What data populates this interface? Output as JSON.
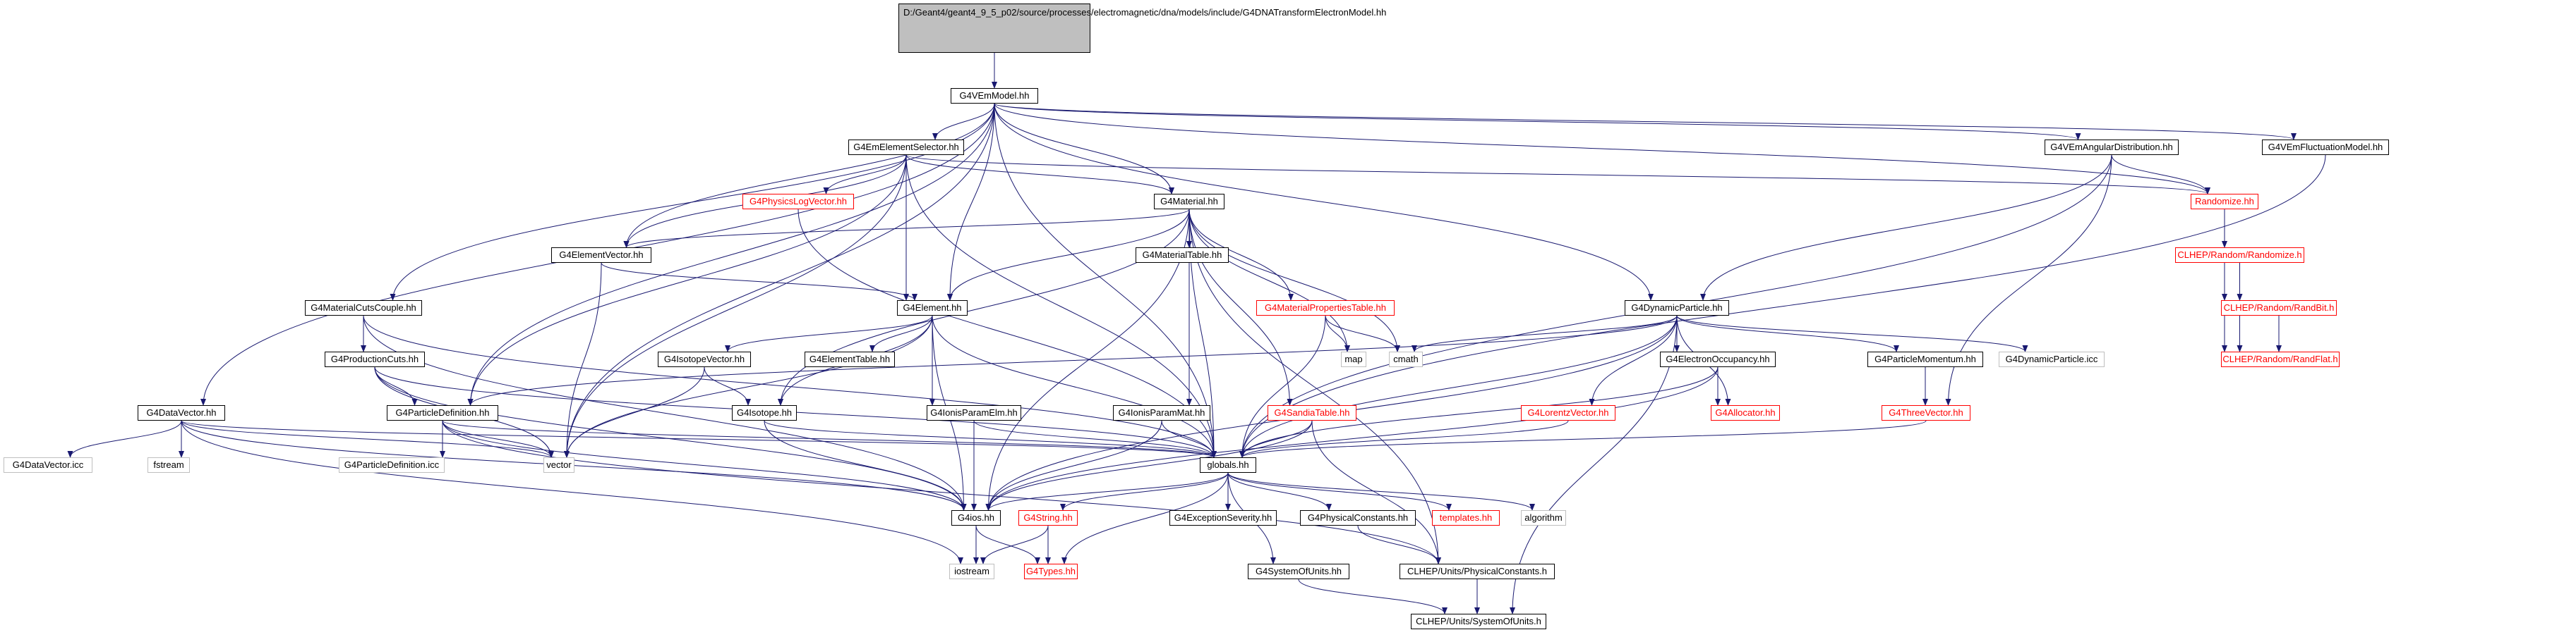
{
  "root": {
    "lines": [
      "D:/Geant4/geant4_9",
      "_5_p02/source/processes",
      "/electromagnetic/dna/models",
      "/include/G4DNATransformElectronModel.hh"
    ]
  },
  "nodes": [
    {
      "id": "vem",
      "label": "G4VEmModel.hh",
      "style": "normal"
    },
    {
      "id": "ees",
      "label": "G4EmElementSelector.hh",
      "style": "normal"
    },
    {
      "id": "vang",
      "label": "G4VEmAngularDistribution.hh",
      "style": "normal"
    },
    {
      "id": "vfluct",
      "label": "G4VEmFluctuationModel.hh",
      "style": "normal"
    },
    {
      "id": "plv",
      "label": "G4PhysicsLogVector.hh",
      "style": "red"
    },
    {
      "id": "mat",
      "label": "G4Material.hh",
      "style": "normal"
    },
    {
      "id": "rand",
      "label": "Randomize.hh",
      "style": "red"
    },
    {
      "id": "elvec",
      "label": "G4ElementVector.hh",
      "style": "normal"
    },
    {
      "id": "mattab",
      "label": "G4MaterialTable.hh",
      "style": "normal"
    },
    {
      "id": "clrand",
      "label": "CLHEP/Random/Randomize.h",
      "style": "red"
    },
    {
      "id": "mcc",
      "label": "G4MaterialCutsCouple.hh",
      "style": "normal"
    },
    {
      "id": "elem",
      "label": "G4Element.hh",
      "style": "normal"
    },
    {
      "id": "mpt",
      "label": "G4MaterialPropertiesTable.hh",
      "style": "red"
    },
    {
      "id": "dynp",
      "label": "G4DynamicParticle.hh",
      "style": "normal"
    },
    {
      "id": "randbit",
      "label": "CLHEP/Random/RandBit.h",
      "style": "red"
    },
    {
      "id": "prodcuts",
      "label": "G4ProductionCuts.hh",
      "style": "normal"
    },
    {
      "id": "isovec",
      "label": "G4IsotopeVector.hh",
      "style": "normal"
    },
    {
      "id": "eltab",
      "label": "G4ElementTable.hh",
      "style": "normal"
    },
    {
      "id": "map",
      "label": "map",
      "style": "gray"
    },
    {
      "id": "cmath",
      "label": "cmath",
      "style": "gray"
    },
    {
      "id": "eocc",
      "label": "G4ElectronOccupancy.hh",
      "style": "normal"
    },
    {
      "id": "pmom",
      "label": "G4ParticleMomentum.hh",
      "style": "normal"
    },
    {
      "id": "dpicc",
      "label": "G4DynamicParticle.icc",
      "style": "gray"
    },
    {
      "id": "randflat",
      "label": "CLHEP/Random/RandFlat.h",
      "style": "red"
    },
    {
      "id": "dvec",
      "label": "G4DataVector.hh",
      "style": "normal"
    },
    {
      "id": "pdef",
      "label": "G4ParticleDefinition.hh",
      "style": "normal"
    },
    {
      "id": "iso",
      "label": "G4Isotope.hh",
      "style": "normal"
    },
    {
      "id": "ionelm",
      "label": "G4IonisParamElm.hh",
      "style": "normal"
    },
    {
      "id": "ionmat",
      "label": "G4IonisParamMat.hh",
      "style": "normal"
    },
    {
      "id": "sandia",
      "label": "G4SandiaTable.hh",
      "style": "red"
    },
    {
      "id": "lorentz",
      "label": "G4LorentzVector.hh",
      "style": "red"
    },
    {
      "id": "alloc",
      "label": "G4Allocator.hh",
      "style": "red"
    },
    {
      "id": "threev",
      "label": "G4ThreeVector.hh",
      "style": "red"
    },
    {
      "id": "dvicc",
      "label": "G4DataVector.icc",
      "style": "gray"
    },
    {
      "id": "fstream",
      "label": "fstream",
      "style": "gray"
    },
    {
      "id": "pdicc",
      "label": "G4ParticleDefinition.icc",
      "style": "gray"
    },
    {
      "id": "vector",
      "label": "vector",
      "style": "gray"
    },
    {
      "id": "globals",
      "label": "globals.hh",
      "style": "normal"
    },
    {
      "id": "ios",
      "label": "G4ios.hh",
      "style": "normal"
    },
    {
      "id": "g4str",
      "label": "G4String.hh",
      "style": "red"
    },
    {
      "id": "excsev",
      "label": "G4ExceptionSeverity.hh",
      "style": "normal"
    },
    {
      "id": "physc",
      "label": "G4PhysicalConstants.hh",
      "style": "normal"
    },
    {
      "id": "templ",
      "label": "templates.hh",
      "style": "red"
    },
    {
      "id": "algo",
      "label": "algorithm",
      "style": "gray"
    },
    {
      "id": "iostream",
      "label": "iostream",
      "style": "gray"
    },
    {
      "id": "types",
      "label": "G4Types.hh",
      "style": "red"
    },
    {
      "id": "sysunits",
      "label": "G4SystemOfUnits.hh",
      "style": "normal"
    },
    {
      "id": "clphys",
      "label": "CLHEP/Units/PhysicalConstants.h",
      "style": "normal"
    },
    {
      "id": "clsys",
      "label": "CLHEP/Units/SystemOfUnits.h",
      "style": "normal"
    }
  ],
  "edges": [
    [
      "root",
      "vem"
    ],
    [
      "vem",
      "ees"
    ],
    [
      "vem",
      "vang"
    ],
    [
      "vem",
      "vfluct"
    ],
    [
      "vem",
      "mat"
    ],
    [
      "vem",
      "rand"
    ],
    [
      "vem",
      "elvec"
    ],
    [
      "vem",
      "mcc"
    ],
    [
      "vem",
      "elem"
    ],
    [
      "vem",
      "dynp"
    ],
    [
      "vem",
      "dvec"
    ],
    [
      "vem",
      "pdef"
    ],
    [
      "vem",
      "vector"
    ],
    [
      "vem",
      "globals"
    ],
    [
      "ees",
      "plv"
    ],
    [
      "ees",
      "mat"
    ],
    [
      "ees",
      "rand"
    ],
    [
      "ees",
      "elvec"
    ],
    [
      "ees",
      "elem"
    ],
    [
      "ees",
      "pdef"
    ],
    [
      "ees",
      "vector"
    ],
    [
      "ees",
      "globals"
    ],
    [
      "vang",
      "rand"
    ],
    [
      "vang",
      "dynp"
    ],
    [
      "vang",
      "threev"
    ],
    [
      "vang",
      "globals"
    ],
    [
      "vfluct",
      "globals"
    ],
    [
      "plv",
      "globals"
    ],
    [
      "mat",
      "elvec"
    ],
    [
      "mat",
      "mattab"
    ],
    [
      "mat",
      "elem"
    ],
    [
      "mat",
      "mpt"
    ],
    [
      "mat",
      "map"
    ],
    [
      "mat",
      "ionmat"
    ],
    [
      "mat",
      "sandia"
    ],
    [
      "mat",
      "iso"
    ],
    [
      "mat",
      "globals"
    ],
    [
      "mat",
      "ios"
    ],
    [
      "mat",
      "clphys"
    ],
    [
      "mat",
      "cmath"
    ],
    [
      "rand",
      "clrand"
    ],
    [
      "rand",
      "randbit"
    ],
    [
      "rand",
      "randflat"
    ],
    [
      "elvec",
      "elem"
    ],
    [
      "elvec",
      "vector"
    ],
    [
      "clrand",
      "randbit"
    ],
    [
      "clrand",
      "randflat"
    ],
    [
      "mcc",
      "prodcuts"
    ],
    [
      "mcc",
      "globals"
    ],
    [
      "mcc",
      "ios"
    ],
    [
      "elem",
      "isovec"
    ],
    [
      "elem",
      "eltab"
    ],
    [
      "elem",
      "ionelm"
    ],
    [
      "elem",
      "iso"
    ],
    [
      "elem",
      "globals"
    ],
    [
      "elem",
      "ios"
    ],
    [
      "elem",
      "vector"
    ],
    [
      "mpt",
      "map"
    ],
    [
      "mpt",
      "cmath"
    ],
    [
      "mpt",
      "globals"
    ],
    [
      "dynp",
      "cmath"
    ],
    [
      "dynp",
      "eocc"
    ],
    [
      "dynp",
      "pmom"
    ],
    [
      "dynp",
      "dpicc"
    ],
    [
      "dynp",
      "pdef"
    ],
    [
      "dynp",
      "lorentz"
    ],
    [
      "dynp",
      "alloc"
    ],
    [
      "dynp",
      "globals"
    ],
    [
      "dynp",
      "ios"
    ],
    [
      "dynp",
      "clsys"
    ],
    [
      "randbit",
      "randflat"
    ],
    [
      "prodcuts",
      "pdef"
    ],
    [
      "prodcuts",
      "vector"
    ],
    [
      "prodcuts",
      "globals"
    ],
    [
      "prodcuts",
      "ios"
    ],
    [
      "isovec",
      "iso"
    ],
    [
      "isovec",
      "vector"
    ],
    [
      "eocc",
      "alloc"
    ],
    [
      "eocc",
      "globals"
    ],
    [
      "eocc",
      "ios"
    ],
    [
      "pmom",
      "threev"
    ],
    [
      "dvec",
      "dvicc"
    ],
    [
      "dvec",
      "fstream"
    ],
    [
      "dvec",
      "vector"
    ],
    [
      "dvec",
      "globals"
    ],
    [
      "dvec",
      "ios"
    ],
    [
      "dvec",
      "iostream"
    ],
    [
      "pdef",
      "pdicc"
    ],
    [
      "pdef",
      "vector"
    ],
    [
      "pdef",
      "globals"
    ],
    [
      "pdef",
      "ios"
    ],
    [
      "pdef",
      "clphys"
    ],
    [
      "iso",
      "globals"
    ],
    [
      "iso",
      "ios"
    ],
    [
      "ionelm",
      "globals"
    ],
    [
      "ionelm",
      "ios"
    ],
    [
      "ionmat",
      "globals"
    ],
    [
      "ionmat",
      "ios"
    ],
    [
      "sandia",
      "globals"
    ],
    [
      "sandia",
      "ios"
    ],
    [
      "sandia",
      "clphys"
    ],
    [
      "lorentz",
      "globals"
    ],
    [
      "threev",
      "globals"
    ],
    [
      "globals",
      "ios"
    ],
    [
      "globals",
      "g4str"
    ],
    [
      "globals",
      "excsev"
    ],
    [
      "globals",
      "physc"
    ],
    [
      "globals",
      "templ"
    ],
    [
      "globals",
      "algo"
    ],
    [
      "globals",
      "types"
    ],
    [
      "globals",
      "sysunits"
    ],
    [
      "ios",
      "iostream"
    ],
    [
      "ios",
      "types"
    ],
    [
      "g4str",
      "types"
    ],
    [
      "g4str",
      "iostream"
    ],
    [
      "physc",
      "clphys"
    ],
    [
      "sysunits",
      "clsys"
    ],
    [
      "clphys",
      "clsys"
    ]
  ]
}
